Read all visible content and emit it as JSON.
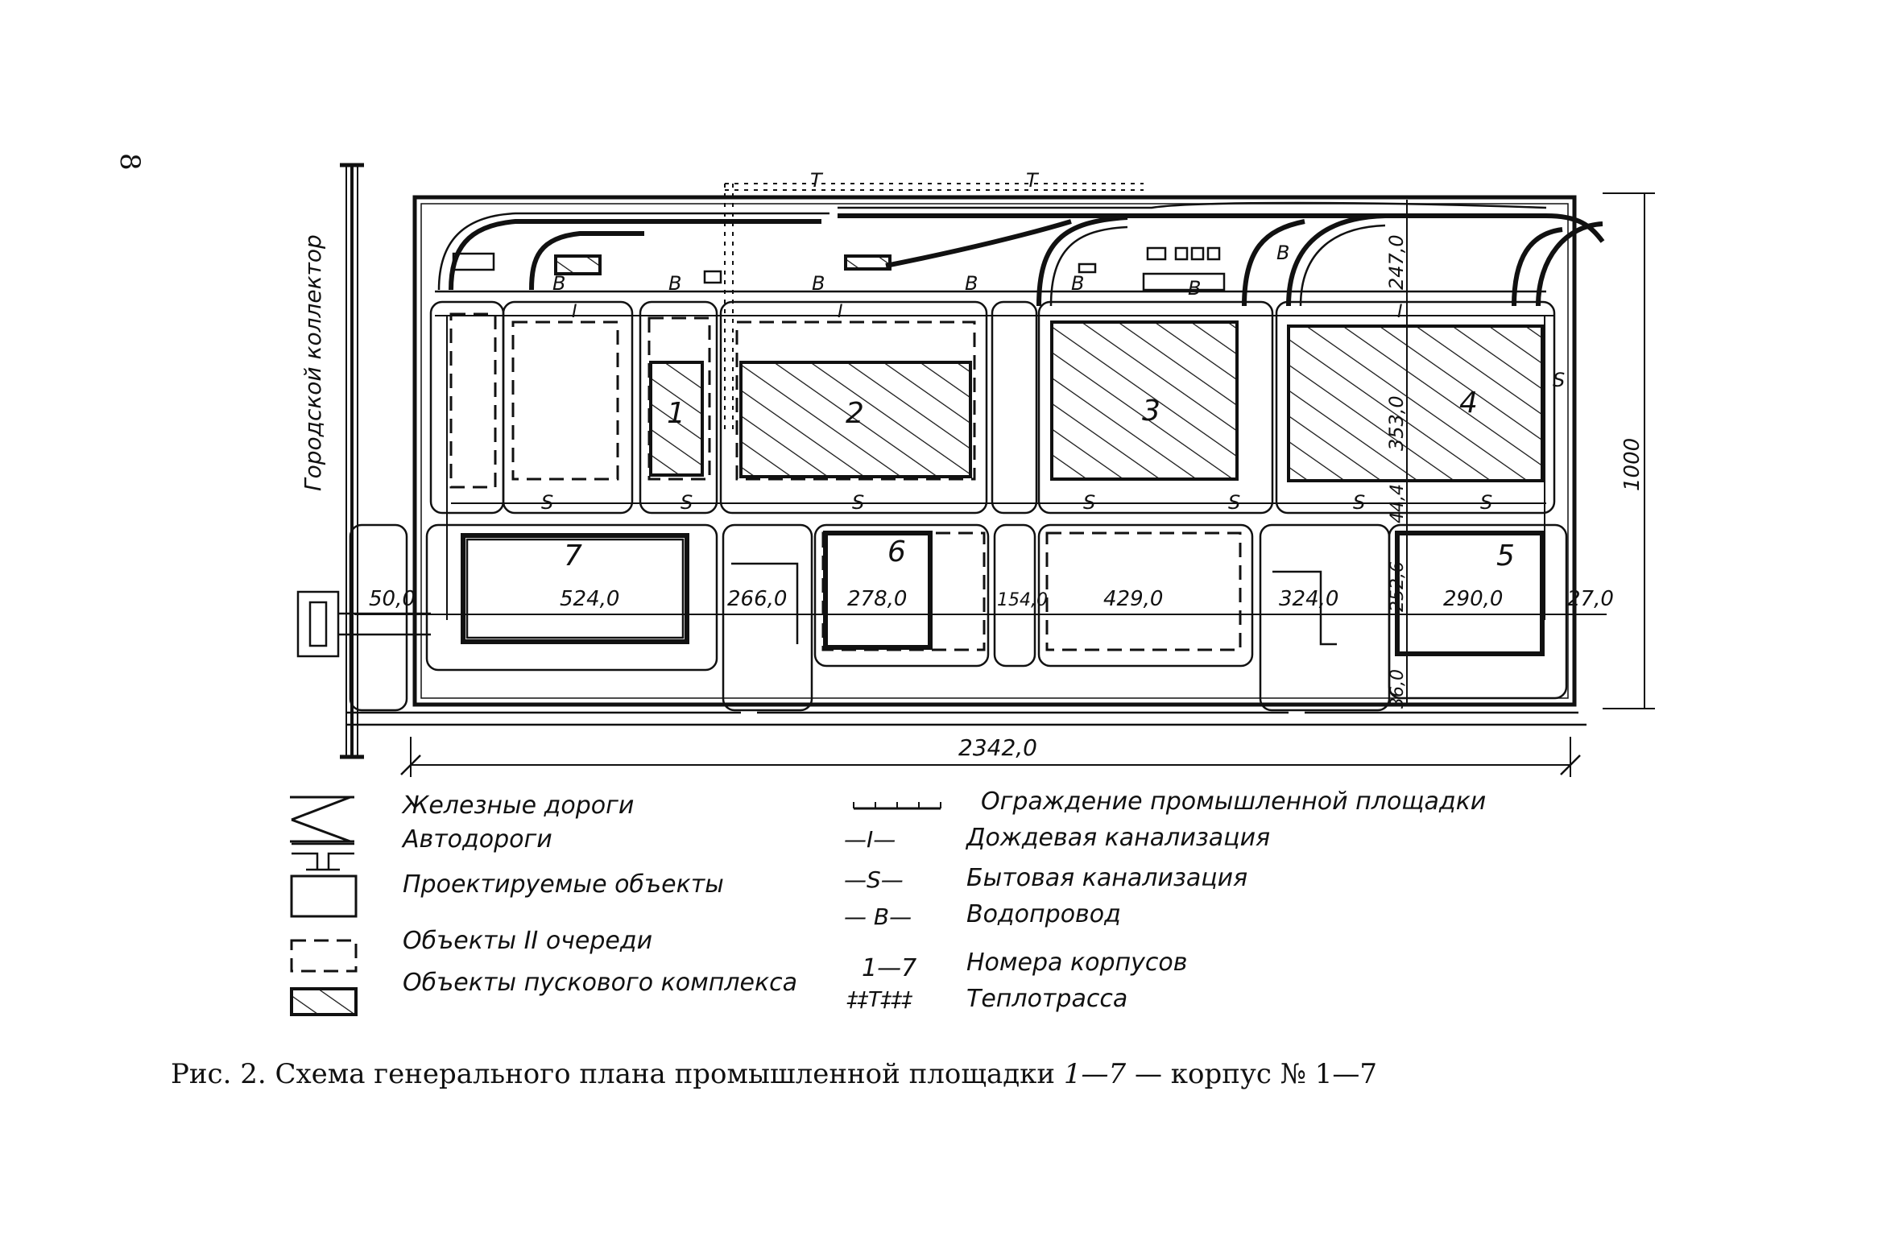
{
  "page_number": "8",
  "caption": {
    "prefix": "Рис. 2. Схема генерального плана промышленной площадки ",
    "range": "1—7",
    "suffix": " — корпус № 1—7"
  },
  "collector_label": "Городской коллектор",
  "dimensions": {
    "total_width": "2342,0",
    "total_height": "1000",
    "top_strip": "247,0",
    "upper_row": "353,0",
    "gap_row": "44,4",
    "lower_row": "252,6",
    "bottom_strip": "36,0",
    "left_margin": "50,0",
    "right_margin": "27,0",
    "segments": [
      "524,0",
      "266,0",
      "278,0",
      "154,0",
      "429,0",
      "324,0",
      "290,0"
    ]
  },
  "buildings": {
    "b1": "1",
    "b2": "2",
    "b3": "3",
    "b4": "4",
    "b5": "5",
    "b6": "6",
    "b7": "7"
  },
  "network_labels": {
    "water": "В",
    "domestic_sewer": "S",
    "storm_sewer": "I",
    "heat": "T"
  },
  "legend": {
    "left": [
      {
        "key": "railways",
        "label": "Железные дороги"
      },
      {
        "key": "roads",
        "label": "Автодороги"
      },
      {
        "key": "designed",
        "label": "Проектируемые объекты"
      },
      {
        "key": "stage2",
        "label": "Объекты II очереди"
      },
      {
        "key": "startup",
        "label": "Объекты пускового комплекса"
      }
    ],
    "right": [
      {
        "key": "fence",
        "label": "Ограждение промышленной площадки"
      },
      {
        "key": "storm",
        "symbol": "—I—",
        "label": "Дождевая канализация"
      },
      {
        "key": "sewer",
        "symbol": "—S—",
        "label": "Бытовая канализация"
      },
      {
        "key": "water",
        "symbol": "— В—",
        "label": "Водопровод"
      },
      {
        "key": "numbers",
        "symbol": "1—7",
        "label": "Номера корпусов"
      },
      {
        "key": "heat",
        "symbol": "‡‡T‡‡‡",
        "label": "Теплотрасса"
      }
    ]
  }
}
